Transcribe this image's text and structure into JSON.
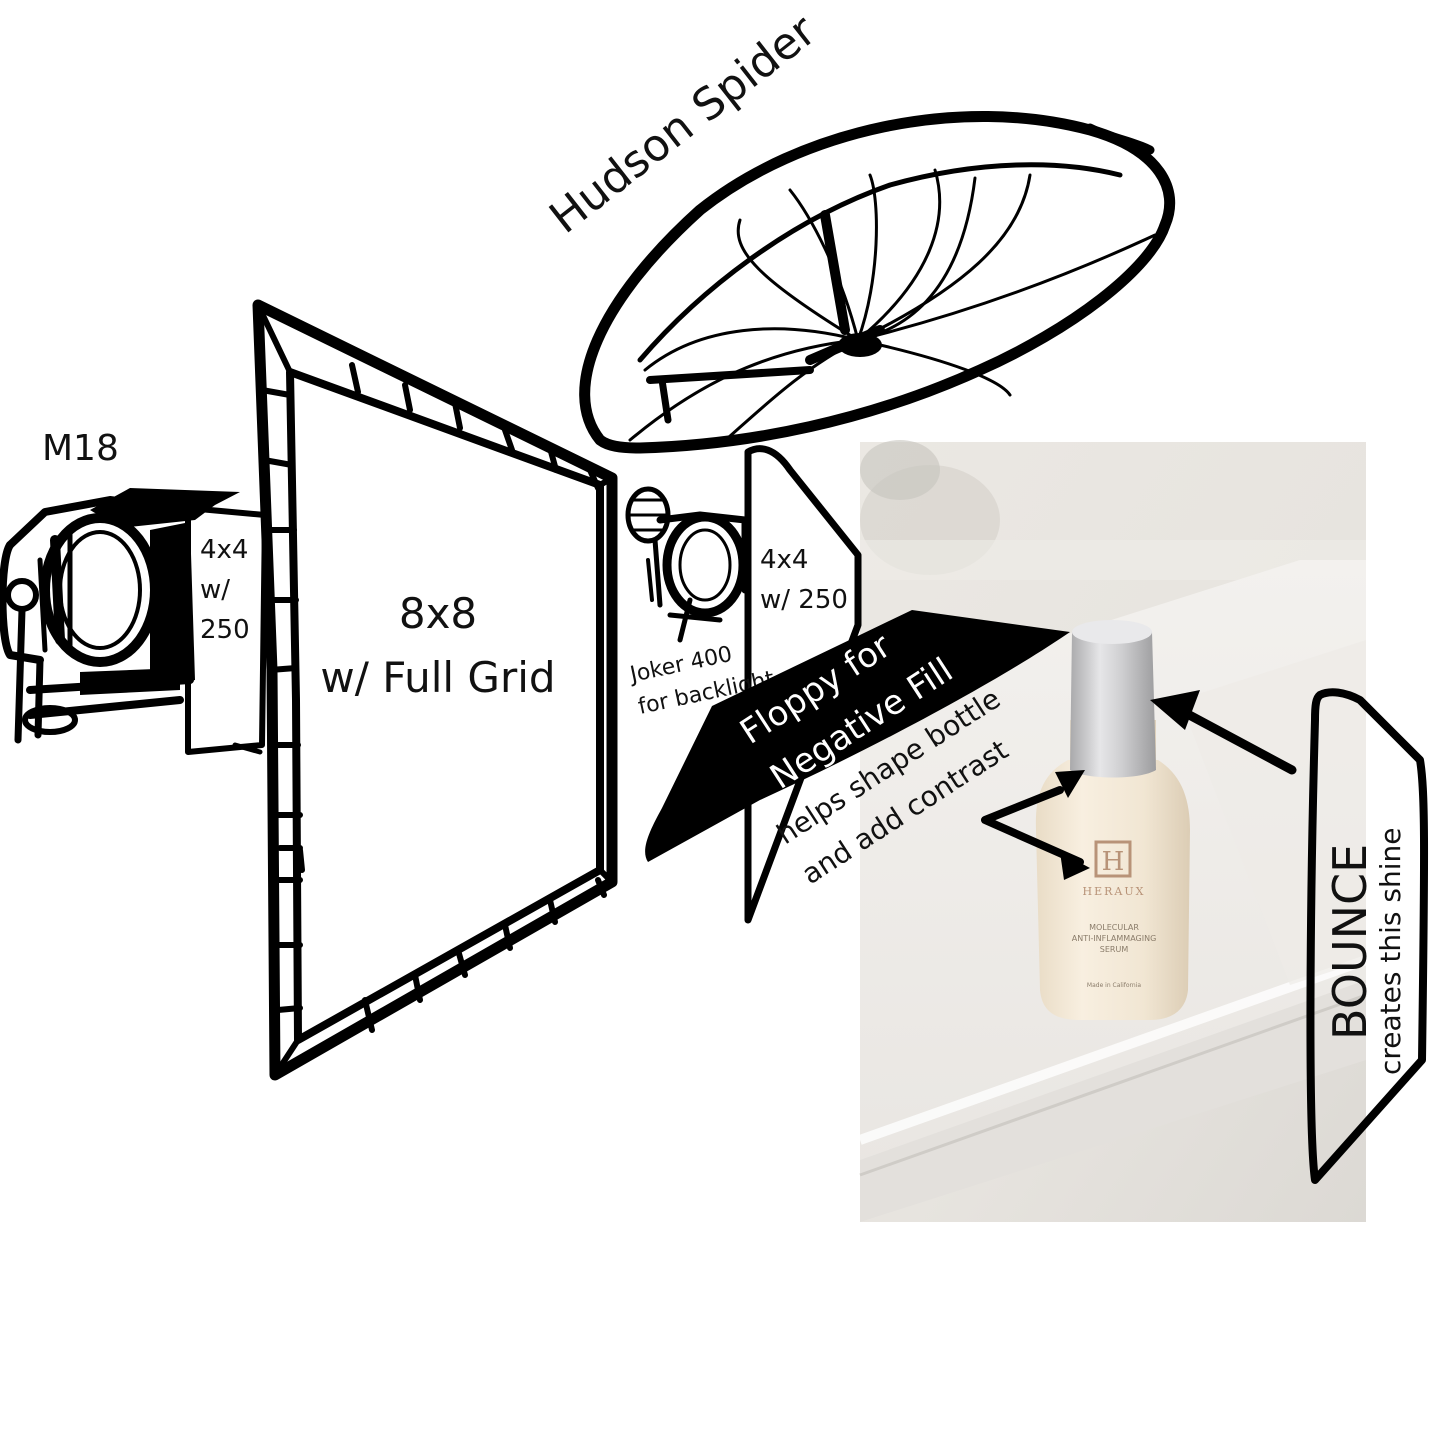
{
  "labels": {
    "hudson_spider": "Hudson Spider",
    "m18": "M18",
    "left_frame_line1": "4x4",
    "left_frame_line2": "w/",
    "left_frame_line3": "250",
    "grid_line1": "8x8",
    "grid_line2": "w/ Full Grid",
    "right_frame_line1": "4x4",
    "right_frame_line2": "w/ 250",
    "joker_line1": "Joker 400",
    "joker_line2": "for backlight",
    "floppy_line1": "Floppy for",
    "floppy_line2": "Negative Fill",
    "shape_line1": "helps shape bottle",
    "shape_line2": "and add contrast",
    "bounce_line1": "BOUNCE",
    "bounce_line2": "creates this shine"
  },
  "product": {
    "logo_letter": "H",
    "brand_name": "HERAUX",
    "name_line1": "MOLECULAR",
    "name_line2": "ANTI-INFLAMMAGING",
    "name_line3": "SERUM",
    "origin": "Made in California"
  }
}
